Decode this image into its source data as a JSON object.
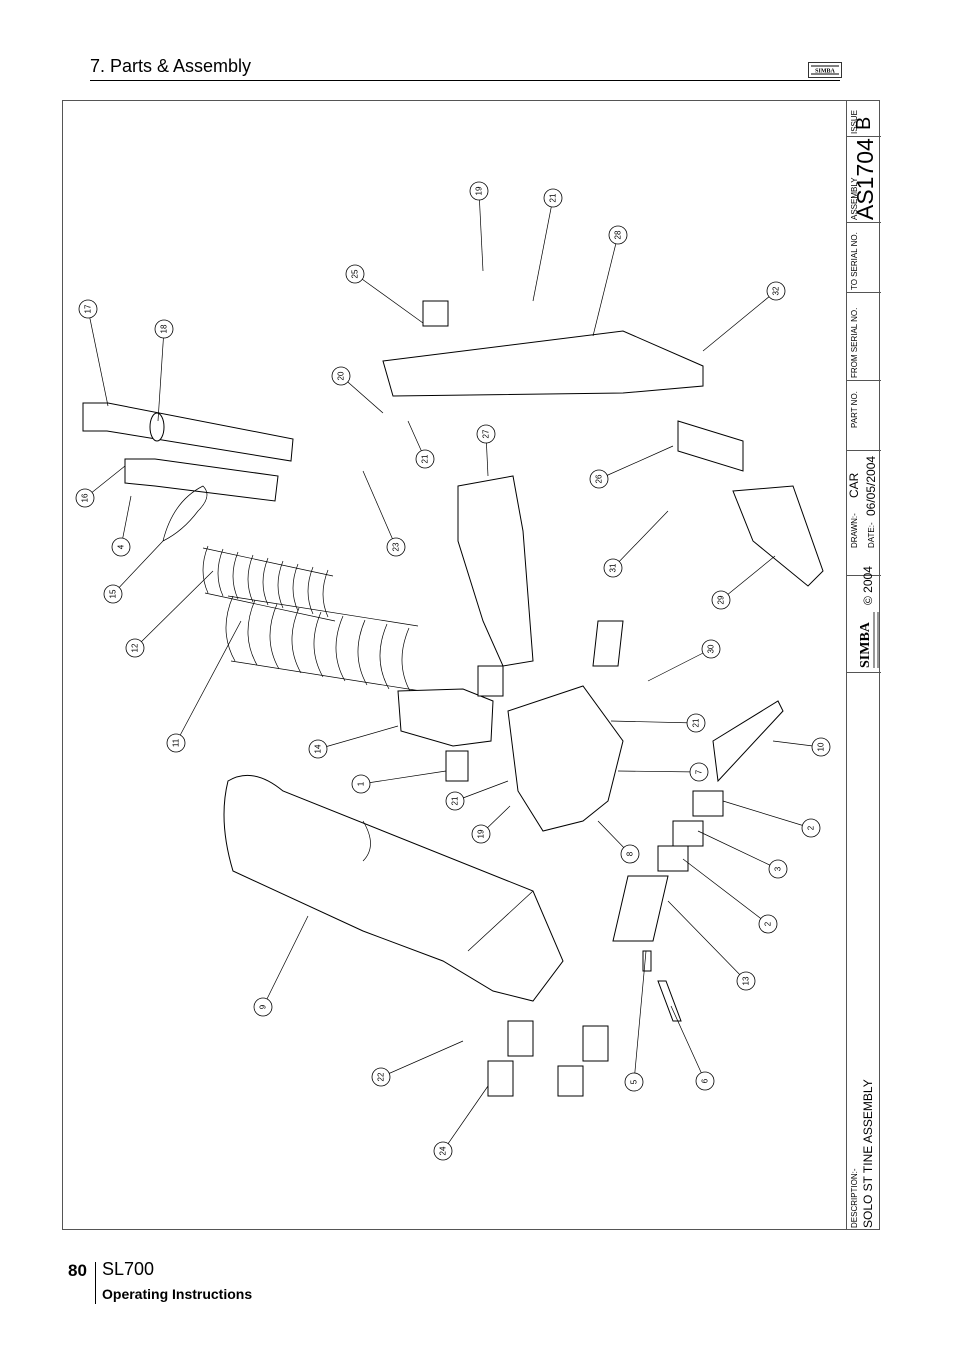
{
  "header": {
    "section_title": "7. Parts & Assembly",
    "logo_text": "SIMBA"
  },
  "title_block": {
    "issue_label": "ISSUE",
    "issue_value": "B",
    "assembly_label": "ASSEMBLY",
    "assembly_value": "AS1704",
    "to_serial_label": "TO SERIAL NO.",
    "from_serial_label": "FROM SERIAL NO.",
    "part_no_label": "PART NO.",
    "drawn_label": "DRAWN:-",
    "drawn_value": "CAR",
    "date_label": "DATE:-",
    "date_value": "06/05/2004",
    "copyright": "© 2004",
    "logo_text": "SIMBA",
    "description_label": "DESCRIPTION:-",
    "description_value": "SOLO ST TINE ASSEMBLY"
  },
  "callouts": [
    "17",
    "18",
    "16",
    "4",
    "15",
    "12",
    "11",
    "14",
    "1",
    "21",
    "19",
    "9",
    "22",
    "24",
    "25",
    "19",
    "21",
    "28",
    "32",
    "20",
    "21",
    "23",
    "27",
    "26",
    "31",
    "29",
    "30",
    "21",
    "7",
    "8",
    "10",
    "2",
    "3",
    "2",
    "13",
    "5",
    "6"
  ],
  "footer": {
    "page_number": "80",
    "model": "SL700",
    "manual_type": "Operating Instructions"
  }
}
